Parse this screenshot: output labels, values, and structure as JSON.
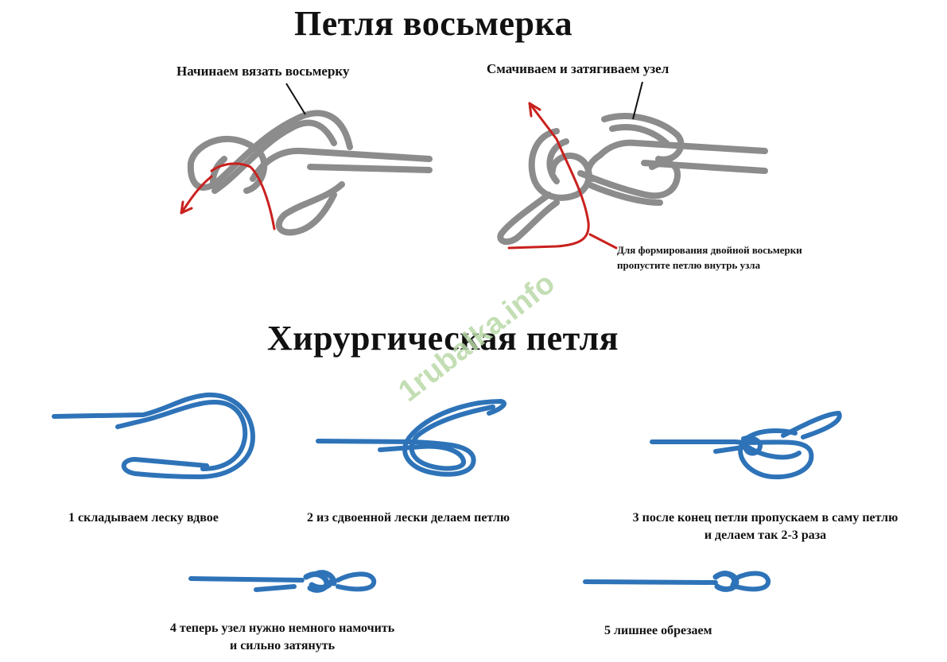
{
  "titles": {
    "figure_eight": "Петля восьмерка",
    "surgical": "Хирургическая петля"
  },
  "figure_eight": {
    "label_start": "Начинаем вязать восьмерку",
    "label_tighten": "Смачиваем и затягиваем узел",
    "note_double": "Для формирования двойной восьмерки пропустите петлю внутрь узла"
  },
  "surgical": {
    "steps": [
      "1 складываем леску вдвое",
      "2  из сдвоенной лески делаем петлю",
      "3  после конец петли пропускаем в саму петлю",
      "и делаем так 2-3 раза",
      "4 теперь узел нужно немного намочить",
      "и сильно затянуть",
      "5 лишнее обрезаем"
    ]
  },
  "watermark": "1rubalka.info",
  "colors": {
    "rope_gray": "#8c8c8c",
    "rope_blue": "#2e73b8",
    "arrow_red": "#c9211e"
  }
}
